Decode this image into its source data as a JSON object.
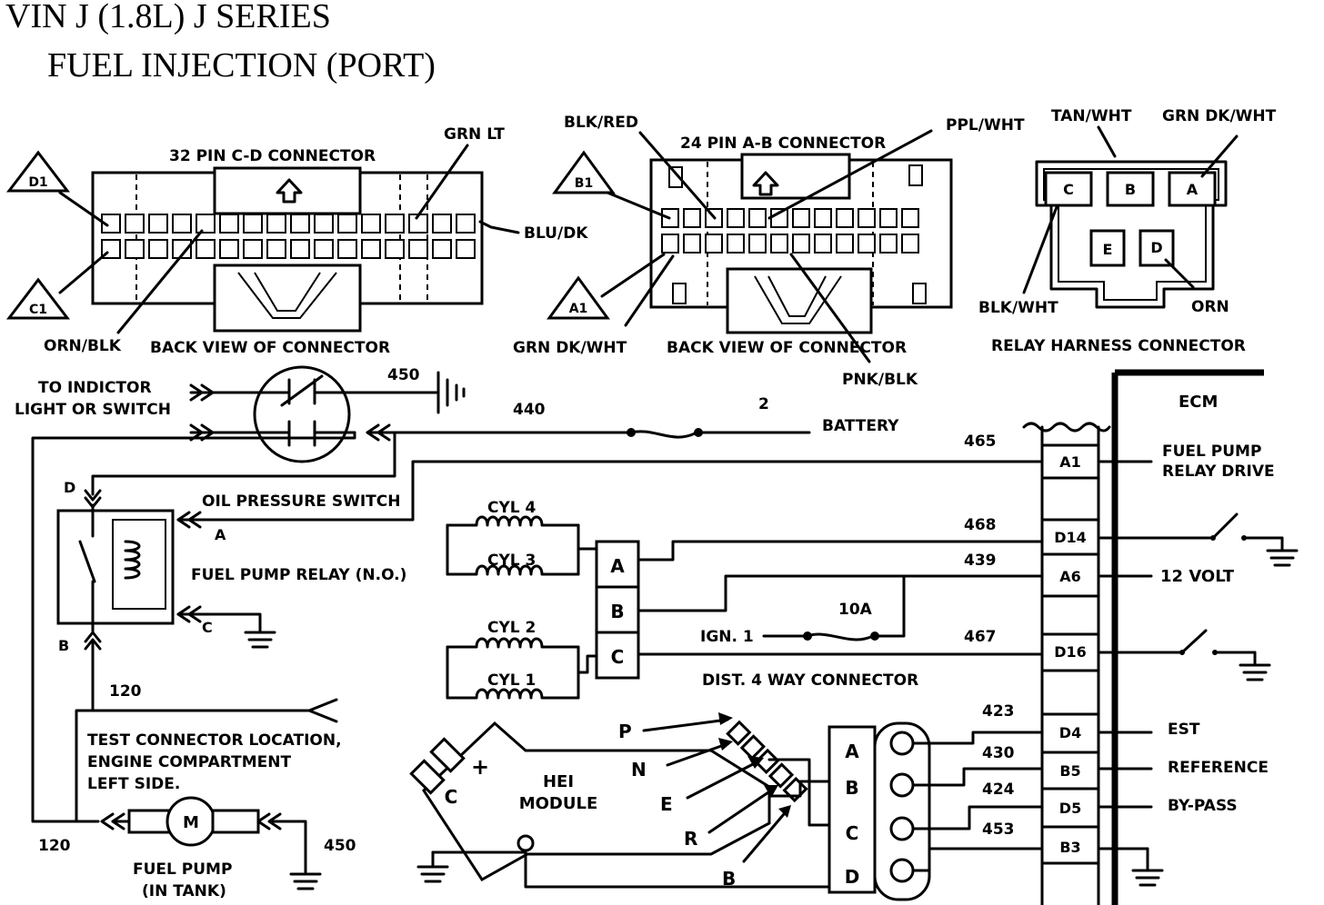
{
  "title": {
    "line1": "VIN J (1.8L) J SERIES",
    "line2": "FUEL INJECTION (PORT)"
  },
  "connector_32": {
    "title": "32 PIN C-D  CONNECTOR",
    "caption": "BACK VIEW OF CONNECTOR",
    "pin_top": "D1",
    "pin_bottom": "C1",
    "wire_grn_lt": "GRN LT",
    "wire_blu_dk": "BLU/DK",
    "wire_orn_blk": "ORN/BLK"
  },
  "connector_24": {
    "title": "24 PIN A-B  CONNECTOR",
    "caption": "BACK VIEW OF CONNECTOR",
    "pin_top": "B1",
    "pin_bottom": "A1",
    "wire_blk_red": "BLK/RED",
    "wire_ppl_wht": "PPL/WHT",
    "wire_grn_dk_wht": "GRN DK/WHT",
    "wire_pnk_blk": "PNK/BLK"
  },
  "relay_harness": {
    "caption": "RELAY HARNESS CONNECTOR",
    "cavities": [
      "C",
      "B",
      "A",
      "E",
      "D"
    ],
    "wire_tan_wht": "TAN/WHT",
    "wire_grn_dk_wht": "GRN DK/WHT",
    "wire_blk_wht": "BLK/WHT",
    "wire_orn": "ORN"
  },
  "circuit": {
    "indicator_label_1": "TO INDICTOR",
    "indicator_label_2": "LIGHT OR SWITCH",
    "oil_pressure_switch": "OIL PRESSURE SWITCH",
    "fuel_pump_relay": "FUEL PUMP RELAY (N.O.)",
    "relay_terminals": [
      "D",
      "A",
      "C",
      "B"
    ],
    "battery": "BATTERY",
    "ign": "IGN. 1",
    "fuse_10a": "10A",
    "test_connector_1": "TEST CONNECTOR LOCATION,",
    "test_connector_2": "ENGINE  COMPARTMENT",
    "test_connector_3": "LEFT SIDE.",
    "fuel_pump_1": "FUEL PUMP",
    "fuel_pump_2": "(IN TANK)",
    "motor": "M",
    "dist_connector": "DIST. 4 WAY CONNECTOR",
    "hei_1": "HEI",
    "hei_2": "MODULE",
    "hei_c": "C",
    "hei_plus": "+",
    "coil_terms": [
      "A",
      "B",
      "C"
    ],
    "cylinders": [
      "CYL 4",
      "CYL 3",
      "CYL 2",
      "CYL 1"
    ],
    "dist_pins": [
      "P",
      "N",
      "E",
      "R",
      "B"
    ],
    "dist_connector_pins": [
      "A",
      "B",
      "C",
      "D"
    ],
    "circuit_numbers": {
      "c450_top": "450",
      "c440": "440",
      "c2": "2",
      "c465": "465",
      "c468": "468",
      "c439": "439",
      "c467": "467",
      "c120_upper": "120",
      "c120_lower": "120",
      "c450_bottom": "450",
      "c423": "423",
      "c430": "430",
      "c424": "424",
      "c453": "453"
    }
  },
  "ecm": {
    "title": "ECM",
    "pins": [
      "A1",
      "D14",
      "A6",
      "D16",
      "D4",
      "B5",
      "D5",
      "B3"
    ],
    "fuel_pump_relay_drive_1": "FUEL PUMP",
    "fuel_pump_relay_drive_2": "RELAY DRIVE",
    "twelve_volt": "12 VOLT",
    "est": "EST",
    "reference": "REFERENCE",
    "bypass": "BY-PASS"
  }
}
